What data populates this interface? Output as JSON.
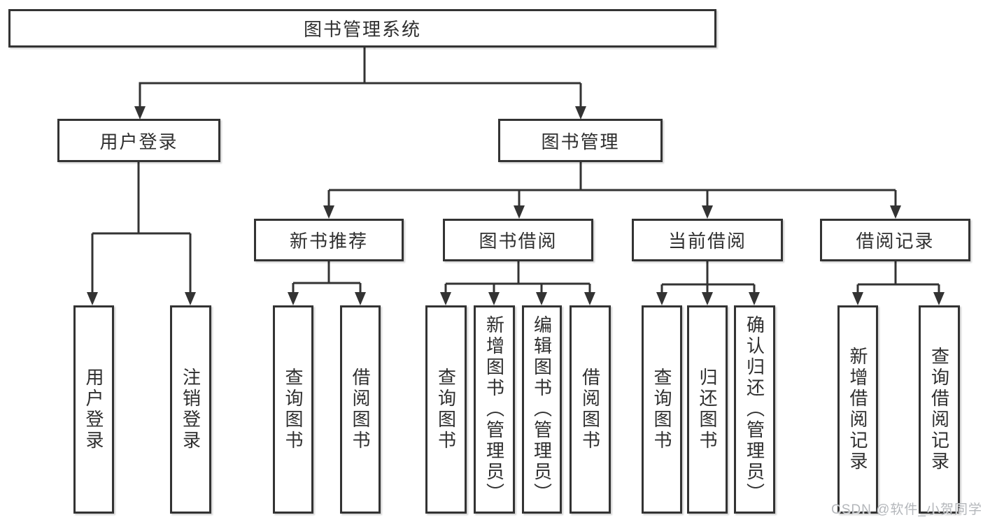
{
  "title": "图书管理系统",
  "level2": {
    "user_login": "用户登录",
    "book_mgmt": "图书管理"
  },
  "level3": {
    "new_books": "新书推荐",
    "book_borrow": "图书借阅",
    "current_borrow": "当前借阅",
    "borrow_records": "借阅记录"
  },
  "leaves": {
    "user_login": [
      "用户登录",
      "注销登录"
    ],
    "new_books": [
      "查询图书",
      "借阅图书"
    ],
    "book_borrow": [
      "查询图书",
      "新增图书（管理员）",
      "编辑图书（管理员）",
      "借阅图书"
    ],
    "current_borrow": [
      "查询图书",
      "归还图书",
      "确认归还（管理员）"
    ],
    "borrow_records": [
      "新增借阅记录",
      "查询借阅记录"
    ]
  },
  "watermark": "CSDN @软件_小贺同学",
  "colors": {
    "line": "#333333",
    "text": "#2f2f2f",
    "box_background": "#ffffff",
    "watermark": "#b4b7bb"
  }
}
